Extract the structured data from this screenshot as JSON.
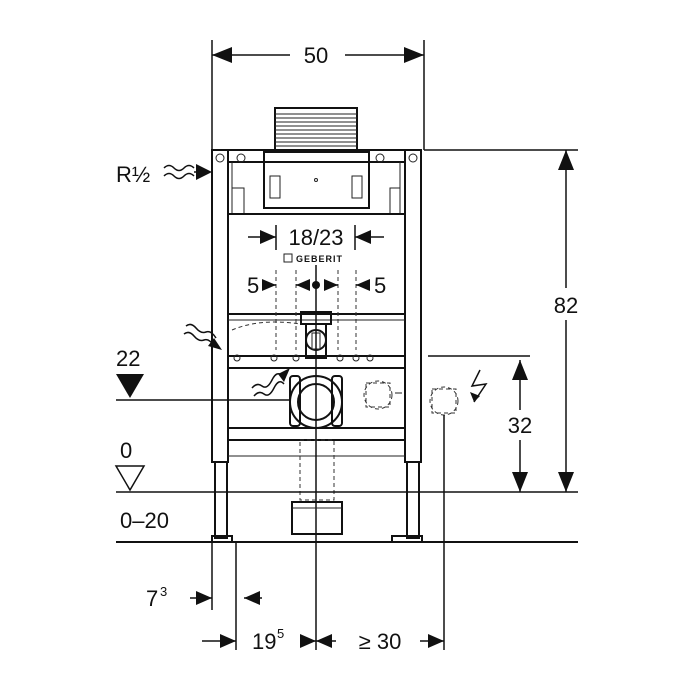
{
  "dimensions": {
    "width_top": "50",
    "height_total": "82",
    "flush_width": "18/23",
    "side_left": "5",
    "side_right": "5",
    "waste_height": "32",
    "level_22": "22",
    "level_0": "0",
    "floor_range": "0–20",
    "offset_7": "7",
    "offset_7_sup": "3",
    "offset_19": "19",
    "offset_19_sup": "5",
    "clearance": "≥ 30"
  },
  "labels": {
    "water_supply": "R½",
    "brand": "GEBERIT"
  },
  "colors": {
    "line": "#111111",
    "background": "#ffffff"
  }
}
